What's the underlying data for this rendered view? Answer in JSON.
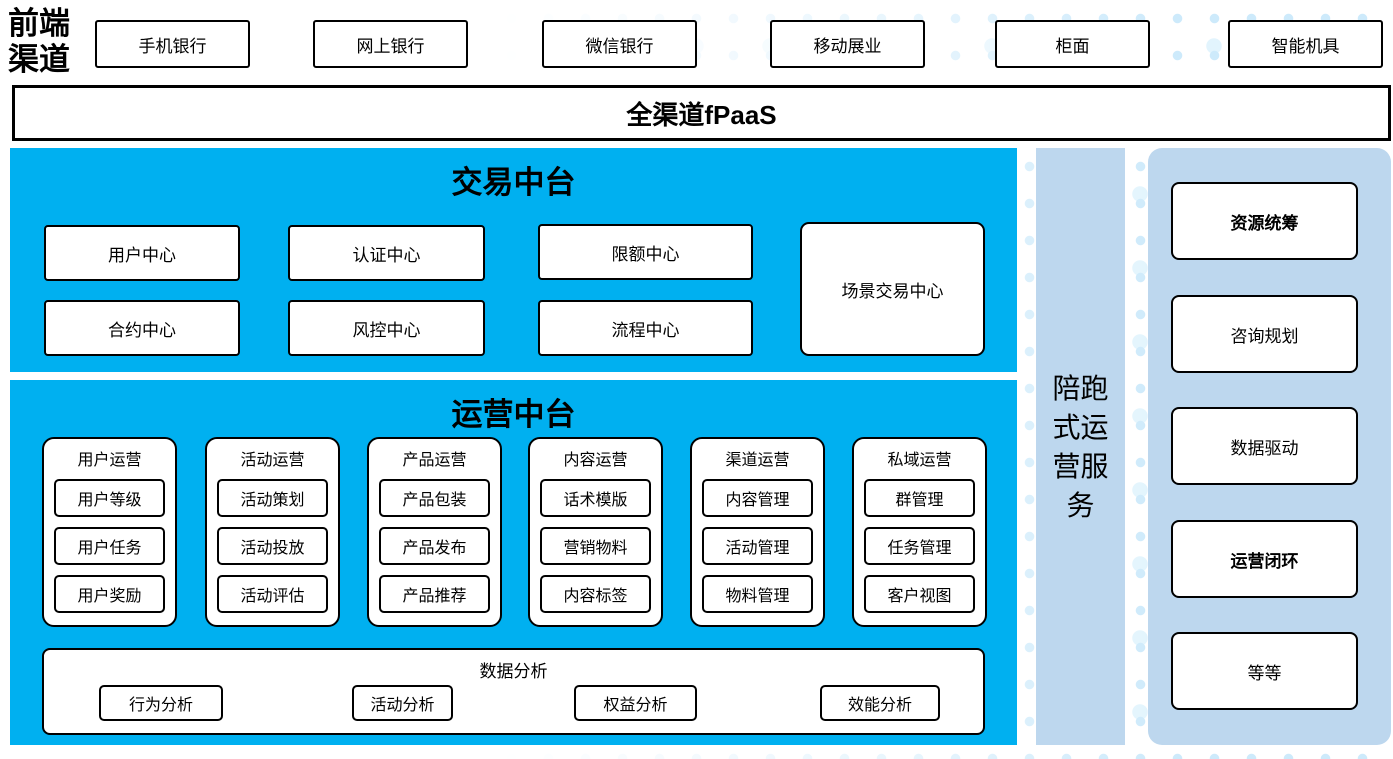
{
  "frontend_label": {
    "line1": "前端",
    "line2": "渠道"
  },
  "channels": [
    "手机银行",
    "网上银行",
    "微信银行",
    "移动展业",
    "柜面",
    "智能机具"
  ],
  "fpaas": {
    "label": "全渠道fPaaS"
  },
  "transaction": {
    "title": "交易中台",
    "row1": [
      "用户中心",
      "认证中心",
      "限额中心"
    ],
    "row2": [
      "合约中心",
      "风控中心",
      "流程中心"
    ],
    "scene_center": "场景交易中心"
  },
  "operation": {
    "title": "运营中台",
    "columns": [
      {
        "header": "用户运营",
        "items": [
          "用户等级",
          "用户任务",
          "用户奖励"
        ]
      },
      {
        "header": "活动运营",
        "items": [
          "活动策划",
          "活动投放",
          "活动评估"
        ]
      },
      {
        "header": "产品运营",
        "items": [
          "产品包装",
          "产品发布",
          "产品推荐"
        ]
      },
      {
        "header": "内容运营",
        "items": [
          "话术模版",
          "营销物料",
          "内容标签"
        ]
      },
      {
        "header": "渠道运营",
        "items": [
          "内容管理",
          "活动管理",
          "物料管理"
        ]
      },
      {
        "header": "私域运营",
        "items": [
          "群管理",
          "任务管理",
          "客户视图"
        ]
      }
    ],
    "analysis": {
      "title": "数据分析",
      "items": [
        "行为分析",
        "活动分析",
        "权益分析",
        "效能分析"
      ]
    }
  },
  "sidebar": {
    "title": "陪跑式运营服务",
    "lines": [
      "陪跑",
      "式运",
      "营服",
      "务"
    ]
  },
  "services": {
    "items": [
      {
        "label": "资源统筹",
        "bold": true
      },
      {
        "label": "咨询规划",
        "bold": false
      },
      {
        "label": "数据驱动",
        "bold": false
      },
      {
        "label": "运营闭环",
        "bold": true
      },
      {
        "label": "等等",
        "bold": false
      }
    ]
  },
  "colors": {
    "cyan": "#00b0f0",
    "light_blue": "#bdd7ee",
    "dot": "#cdeafb"
  }
}
